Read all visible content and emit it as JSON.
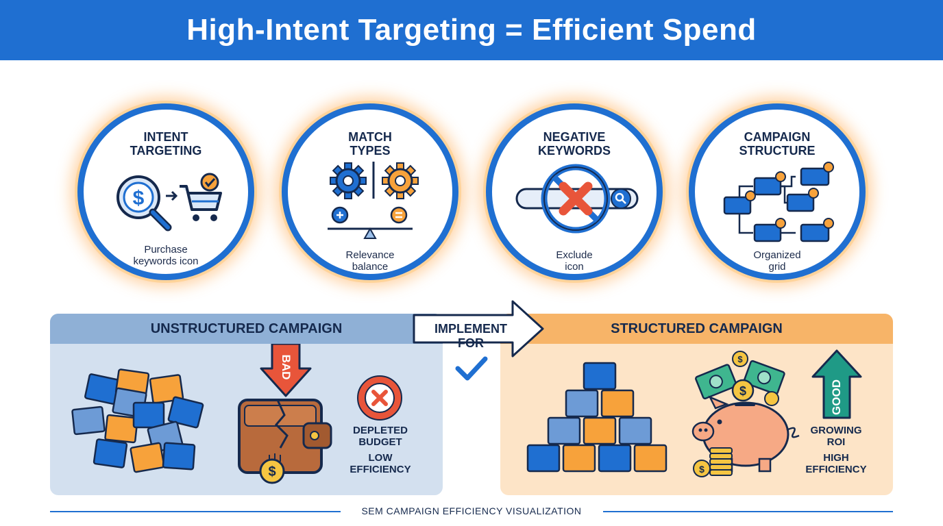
{
  "header": {
    "title": "High-Intent Targeting = Efficient Spend"
  },
  "pillars": [
    {
      "title": "INTENT\nTARGETING",
      "caption": "Purchase\nkeywords icon",
      "icon": "magnifier-dollar-to-cart-icon"
    },
    {
      "title": "MATCH\nTYPES",
      "caption": "Relevance\nbalance",
      "icon": "gears-balance-scale-icon"
    },
    {
      "title": "NEGATIVE\nKEYWORDS",
      "caption": "Exclude\nicon",
      "icon": "prohibited-search-icon"
    },
    {
      "title": "CAMPAIGN\nSTRUCTURE",
      "caption": "Organized\ngrid",
      "icon": "org-grid-icon"
    }
  ],
  "transition": {
    "label": "IMPLEMENT\nFOR",
    "icon": "checkmark-icon"
  },
  "unstructured": {
    "title": "UNSTRUCTURED CAMPAIGN",
    "bad_label": "BAD",
    "outcome_1": "DEPLETED\nBUDGET",
    "outcome_2": "LOW\nEFFICIENCY"
  },
  "structured": {
    "title": "STRUCTURED CAMPAIGN",
    "good_label": "GOOD",
    "outcome_1": "GROWING\nROI",
    "outcome_2": "HIGH\nEFFICIENCY"
  },
  "footer": {
    "text": "SEM CAMPAIGN EFFICIENCY VISUALIZATION"
  },
  "colors": {
    "brand_blue": "#1f6fd1",
    "accent_orange": "#f7a23b",
    "navy": "#15294d",
    "bad_red": "#e8553a",
    "good_teal": "#1f9a86"
  }
}
